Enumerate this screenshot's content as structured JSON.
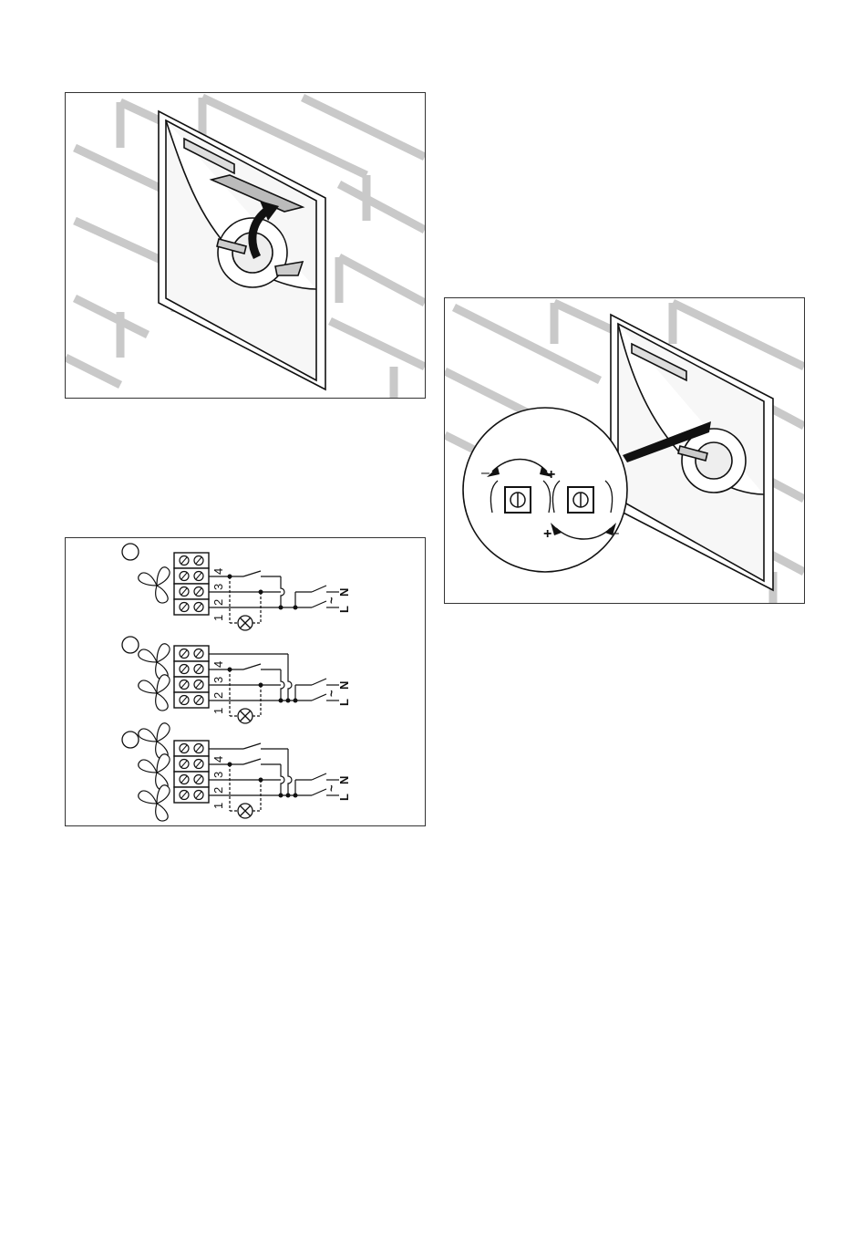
{
  "figures": {
    "install": {
      "icon": "arrow-up-icon"
    },
    "adjust": {
      "dial_left": {
        "minus": "–",
        "plus": "+"
      },
      "dial_right": {
        "plus": "+",
        "minus": "–"
      }
    },
    "wiring": {
      "terminal_numbers": [
        "4",
        "3",
        "2",
        "1"
      ],
      "supply_labels": {
        "n": "N",
        "l": "L",
        "ac": "~"
      },
      "variants": [
        {
          "marker": ""
        },
        {
          "marker": ""
        },
        {
          "marker": ""
        }
      ]
    }
  },
  "colors": {
    "brick": "#c8c8c8",
    "line": "#111111",
    "plate": "#f4f4f4"
  }
}
